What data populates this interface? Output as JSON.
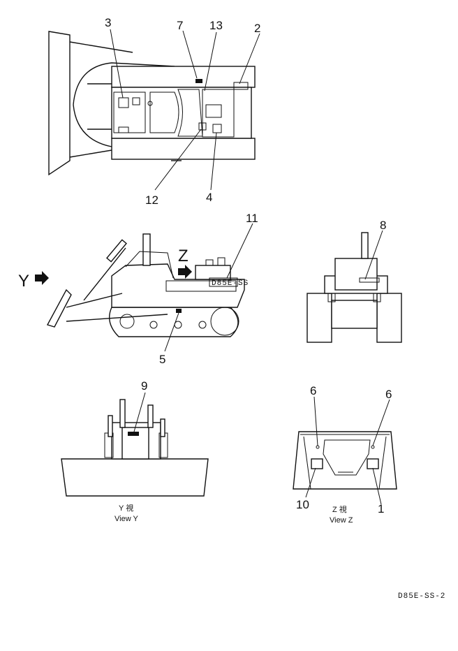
{
  "callouts": {
    "n1": "1",
    "n2": "2",
    "n3": "3",
    "n4": "4",
    "n5": "5",
    "n6a": "6",
    "n6b": "6",
    "n7": "7",
    "n8": "8",
    "n9": "9",
    "n10": "10",
    "n11": "11",
    "n12": "12",
    "n13": "13"
  },
  "view_markers": {
    "y": "Y",
    "z": "Z"
  },
  "captions": {
    "view_y_jp": "Y 視",
    "view_y": "View Y",
    "view_z_jp": "Z 視",
    "view_z": "View Z"
  },
  "plate_text": "D85E-SS",
  "drawing_code": "D85E-SS-2"
}
